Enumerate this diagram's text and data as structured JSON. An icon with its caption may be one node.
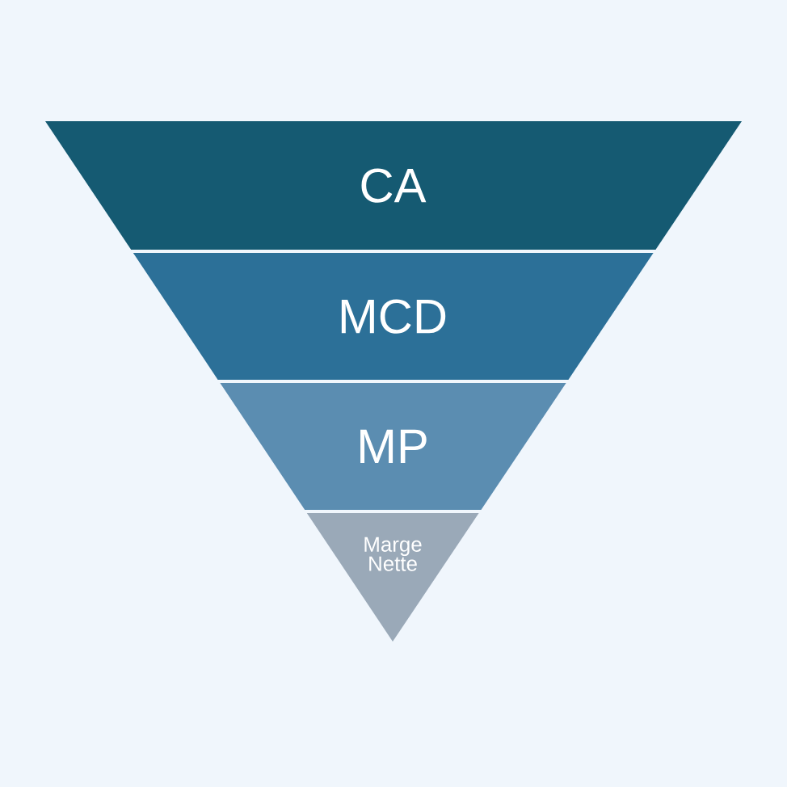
{
  "diagram": {
    "nodes": [
      {
        "text": [
          "CA"
        ]
      },
      {
        "text": [
          "MCD"
        ]
      },
      {
        "text": [
          "MP"
        ]
      },
      {
        "text": [
          "Marge Nette"
        ]
      }
    ]
  }
}
